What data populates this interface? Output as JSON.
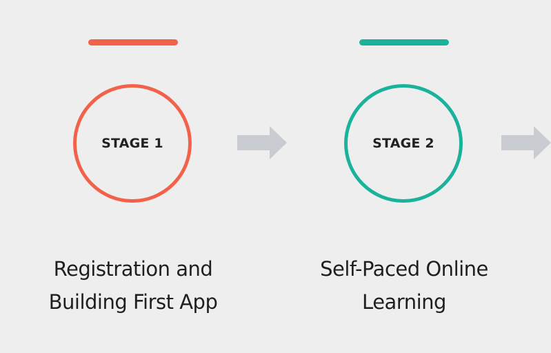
{
  "stages": [
    {
      "label": "STAGE 1",
      "title_lines": [
        "Registration and",
        "Building First App"
      ],
      "color": "#f2624a"
    },
    {
      "label": "STAGE 2",
      "title_lines": [
        "Self-Paced Online",
        "Learning"
      ],
      "color": "#1ab29b"
    }
  ],
  "connector_color": "#c8cbcf",
  "background_color": "#eeeeee"
}
